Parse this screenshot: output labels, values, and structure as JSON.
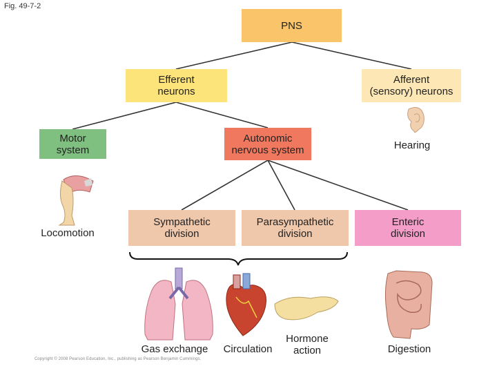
{
  "figure_label": "Fig. 49-7-2",
  "nodes": {
    "pns": "PNS",
    "efferent": "Efferent\nneurons",
    "afferent": "Afferent\n(sensory) neurons",
    "motor": "Motor\nsystem",
    "autonomic": "Autonomic\nnervous system",
    "sympathetic": "Sympathetic\ndivision",
    "parasympathetic": "Parasympathetic\ndivision",
    "enteric": "Enteric\ndivision"
  },
  "labels": {
    "locomotion": "Locomotion",
    "hearing": "Hearing",
    "gas_exchange": "Gas exchange",
    "circulation": "Circulation",
    "hormone_action": "Hormone\naction",
    "digestion": "Digestion"
  },
  "copyright": "Copyright © 2008 Pearson Education, Inc., publishing as Pearson Benjamin Cummings.",
  "colors": {
    "pns": "#f9c46a",
    "efferent": "#fde47a",
    "afferent": "#fde7b5",
    "motor": "#7fbf7f",
    "autonomic": "#f0785e",
    "division": "#efc7ab",
    "enteric": "#f39dc8"
  }
}
